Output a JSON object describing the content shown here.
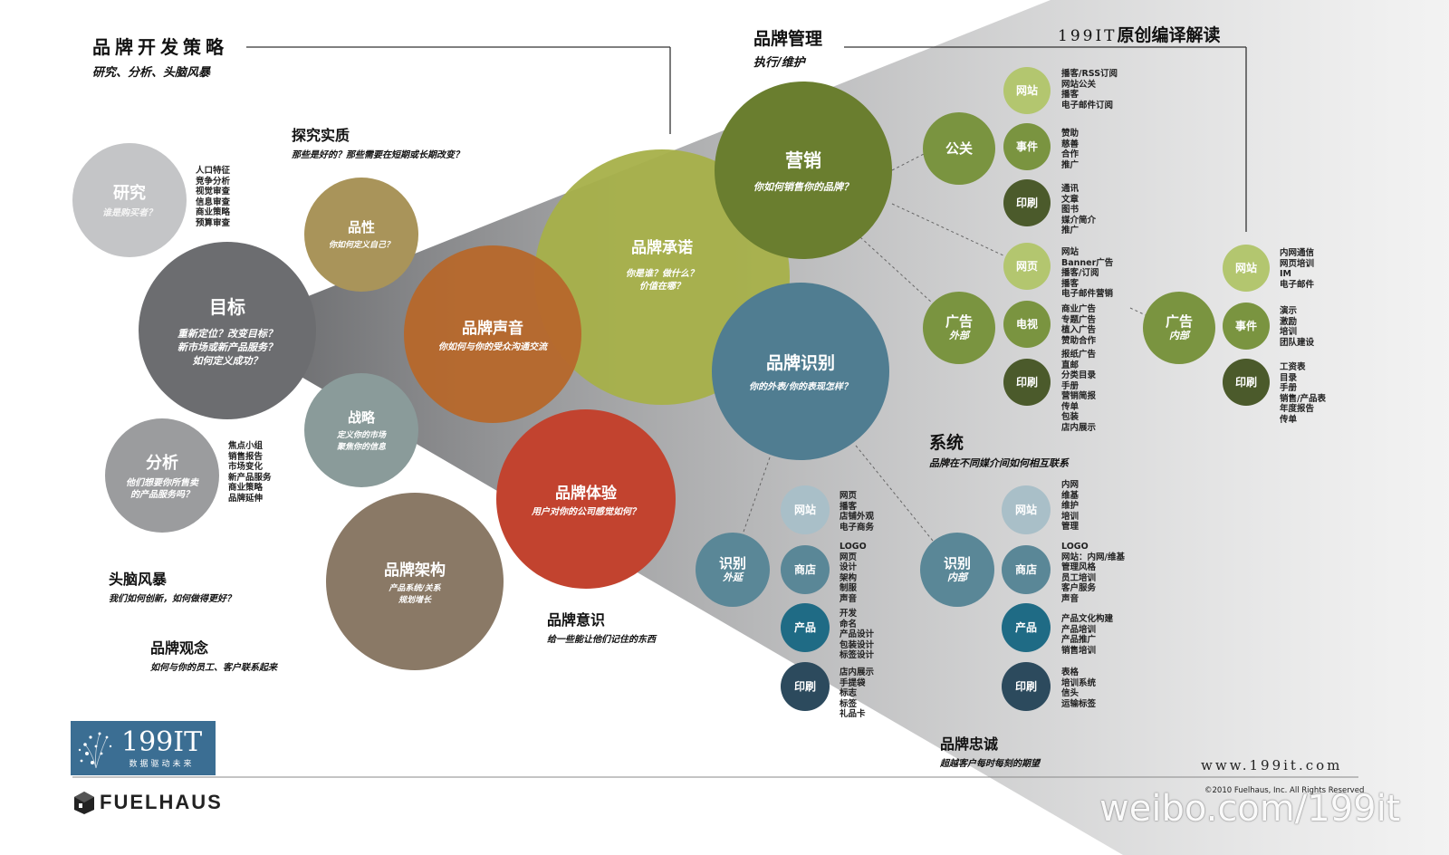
{
  "header": {
    "dev_title": "品牌开发策略",
    "dev_sub": "研究、分析、头脑风暴",
    "mgmt_title": "品牌管理",
    "mgmt_sub": "执行/维护",
    "source_prefix": "199IT",
    "source_suffix": "原创编译解读"
  },
  "research": {
    "title": "研究",
    "sub": "谁是购买者？",
    "items": [
      "人口特征",
      "竞争分析",
      "视觉审查",
      "信息审查",
      "商业策略",
      "预算审查"
    ]
  },
  "goal": {
    "title": "目标",
    "sub": [
      "重新定位？改变目标？",
      "新市场或新产品服务？",
      "如何定义成功？"
    ]
  },
  "analysis": {
    "title": "分析",
    "sub": [
      "他们想要你所售卖",
      "的产品服务吗？"
    ],
    "items": [
      "焦点小组",
      "销售报告",
      "市场变化",
      "新产品服务",
      "商业策略",
      "品牌延伸"
    ]
  },
  "personality": {
    "title": "品性",
    "sub": "你如何定义自己？"
  },
  "strategy": {
    "title": "战略",
    "sub": [
      "定义你的市场",
      "聚焦你的信息"
    ]
  },
  "architecture": {
    "title": "品牌架构",
    "sub": [
      "产品系统/关系",
      "规划增长"
    ]
  },
  "voice": {
    "title": "品牌声音",
    "sub": "你如何与你的受众沟通交流"
  },
  "promise": {
    "title": "品牌承诺",
    "sub": [
      "你是谁？做什么？",
      "价值在哪？"
    ]
  },
  "experience": {
    "title": "品牌体验",
    "sub": "用户对你的公司感觉如何？"
  },
  "marketing": {
    "title": "营销",
    "sub": "你如何销售你的品牌？"
  },
  "identity": {
    "title": "品牌识别",
    "sub": "你的外表/你的表现怎样？"
  },
  "explore": {
    "title": "探究实质",
    "sub": "那些是好的？那些需要在短期或长期改变？"
  },
  "brainstorm": {
    "title": "头脑风暴",
    "sub": "我们如何创新，如何做得更好？"
  },
  "concept": {
    "title": "品牌观念",
    "sub": "如何与你的员工、客户联系起来"
  },
  "awareness": {
    "title": "品牌意识",
    "sub": "给一些能让他们记住的东西"
  },
  "system": {
    "title": "系统",
    "sub": "品牌在不同媒介间如何相互联系"
  },
  "loyalty": {
    "title": "品牌忠诚",
    "sub": "超越客户每时每刻的期望"
  },
  "pr": {
    "title": "公关",
    "web": {
      "label": "网站",
      "items": [
        "播客/RSS订阅",
        "网站公关",
        "播客",
        "电子邮件订阅"
      ]
    },
    "event": {
      "label": "事件",
      "items": [
        "赞助",
        "慈善",
        "合作",
        "推广"
      ]
    },
    "print": {
      "label": "印刷",
      "items": [
        "通讯",
        "文章",
        "图书",
        "媒介简介",
        "推广"
      ]
    }
  },
  "ad_ext": {
    "title": "广告",
    "sub": "外部",
    "web": {
      "label": "网页",
      "items": [
        "网站",
        "Banner广告",
        "播客/订阅",
        "播客",
        "电子邮件营销"
      ]
    },
    "tv": {
      "label": "电视",
      "items": [
        "商业广告",
        "专题广告",
        "植入广告",
        "赞助合作"
      ]
    },
    "print": {
      "label": "印刷",
      "items": [
        "报纸广告",
        "直邮",
        "分类目录",
        "手册",
        "营销简报",
        "传单",
        "包装",
        "店内展示"
      ]
    }
  },
  "ad_int": {
    "title": "广告",
    "sub": "内部",
    "web": {
      "label": "网站",
      "items": [
        "内网通信",
        "网页培训",
        "IM",
        "电子邮件"
      ]
    },
    "event": {
      "label": "事件",
      "items": [
        "演示",
        "激励",
        "培训",
        "团队建设"
      ]
    },
    "print": {
      "label": "印刷",
      "items": [
        "工资表",
        "目录",
        "手册",
        "销售/产品表",
        "年度报告",
        "传单"
      ]
    }
  },
  "id_ext": {
    "title": "识别",
    "sub": "外延",
    "web": {
      "label": "网站",
      "items": [
        "网页",
        "播客",
        "店铺外观",
        "电子商务"
      ]
    },
    "store": {
      "label": "商店",
      "items": [
        "LOGO",
        "网页",
        "设计",
        "架构",
        "制服",
        "声音"
      ]
    },
    "product": {
      "label": "产品",
      "items": [
        "开发",
        "命名",
        "产品设计",
        "包装设计",
        "标签设计"
      ]
    },
    "print": {
      "label": "印刷",
      "items": [
        "店内展示",
        "手提袋",
        "标志",
        "标签",
        "礼品卡"
      ]
    }
  },
  "id_int": {
    "title": "识别",
    "sub": "内部",
    "web": {
      "label": "网站",
      "items": [
        "内网",
        "维基",
        "维护",
        "培训",
        "管理"
      ]
    },
    "store": {
      "label": "商店",
      "items": [
        "LOGO",
        "网站：内网/维基",
        "管理风格",
        "员工培训",
        "客户服务",
        "声音"
      ]
    },
    "product": {
      "label": "产品",
      "items": [
        "产品文化构建",
        "产品培训",
        "产品推广",
        "销售培训"
      ]
    },
    "print": {
      "label": "印刷",
      "items": [
        "表格",
        "培训系统",
        "信头",
        "运输标签"
      ]
    }
  },
  "footer": {
    "logo_text": "199IT",
    "logo_sub": "数据驱动未来",
    "fuelhaus": "FUELHAUS",
    "url": "www.199it.com",
    "copyright": "©2010 Fuelhaus, Inc. All Rights Reserved",
    "weibo": "weibo.com/199it"
  },
  "colors": {
    "gray_light": "#c4c5c7",
    "gray_dark": "#6c6d70",
    "gray_mid": "#9b9c9e",
    "gold": "#a9945a",
    "slate": "#8a9b9a",
    "taupe": "#8a7966",
    "orange": "#b6682c",
    "olive_light": "#a7b049",
    "red": "#c2432f",
    "olive": "#6a7e2f",
    "blue": "#507d91",
    "green_pale": "#b3c66f",
    "green_mid": "#7a9440",
    "green_dark": "#4b5a2b",
    "blue_pale": "#a9bfc8",
    "blue_mid": "#5a8797",
    "blue_dark": "#214b63",
    "teal": "#1f6b85",
    "navy": "#2c4a5d"
  }
}
